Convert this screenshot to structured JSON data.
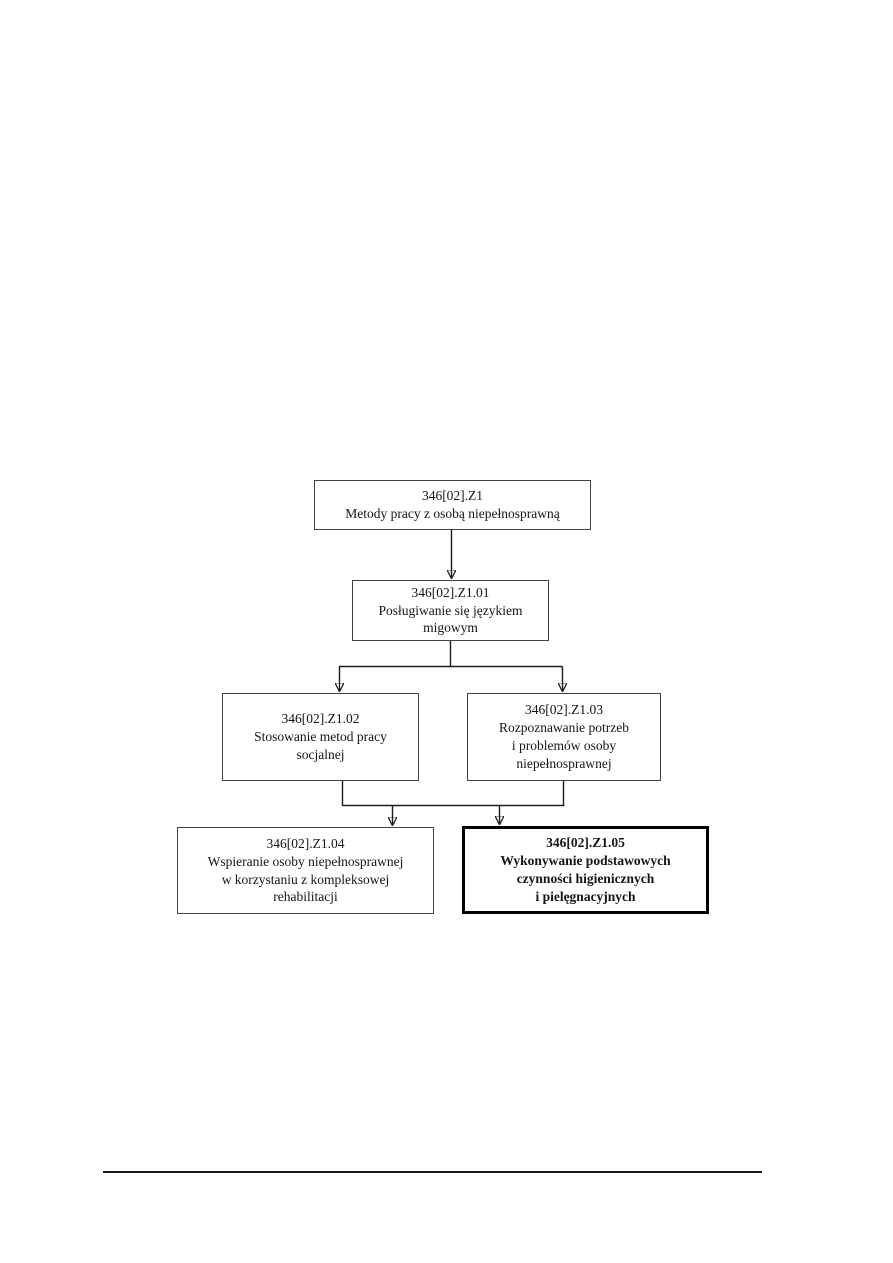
{
  "page": {
    "background_color": "#ffffff",
    "type": "scanned-document-page-with-flowchart"
  },
  "diagram": {
    "colors": {
      "node_border": "#424242",
      "emphasis_node_border": "#000000",
      "text": "#141414",
      "connector_line": "#1c1c1c"
    },
    "nodes": [
      {
        "code": "346[02].Z1",
        "label": "Metody pracy z osobą niepełnosprawną",
        "emphasis": false
      },
      {
        "code": "346[02].Z1.01",
        "label": "Posługiwanie się językiem\nmigowym",
        "emphasis": false
      },
      {
        "code": "346[02].Z1.02",
        "label": "Stosowanie metod pracy\nsocjalnej",
        "emphasis": false
      },
      {
        "code": "346[02].Z1.03",
        "label": "Rozpoznawanie potrzeb\ni problemów osoby\nniepełnosprawnej",
        "emphasis": false
      },
      {
        "code": "346[02].Z1.04",
        "label": "Wspieranie osoby niepełnosprawnej\nw korzystaniu z kompleksowej\nrehabilitacji",
        "emphasis": false
      },
      {
        "code": "346[02].Z1.05",
        "label": "Wykonywanie podstawowych\nczynności higienicznych\ni pielęgnacyjnych",
        "emphasis": true
      }
    ],
    "edges": [
      {
        "from": "346[02].Z1",
        "to": "346[02].Z1.01"
      },
      {
        "from": "346[02].Z1.01",
        "to": "346[02].Z1.02"
      },
      {
        "from": "346[02].Z1.01",
        "to": "346[02].Z1.03"
      },
      {
        "from": "346[02].Z1.02",
        "to": "346[02].Z1.04"
      },
      {
        "from": "346[02].Z1.02",
        "to": "346[02].Z1.05"
      },
      {
        "from": "346[02].Z1.03",
        "to": "346[02].Z1.04"
      },
      {
        "from": "346[02].Z1.03",
        "to": "346[02].Z1.05"
      }
    ]
  }
}
